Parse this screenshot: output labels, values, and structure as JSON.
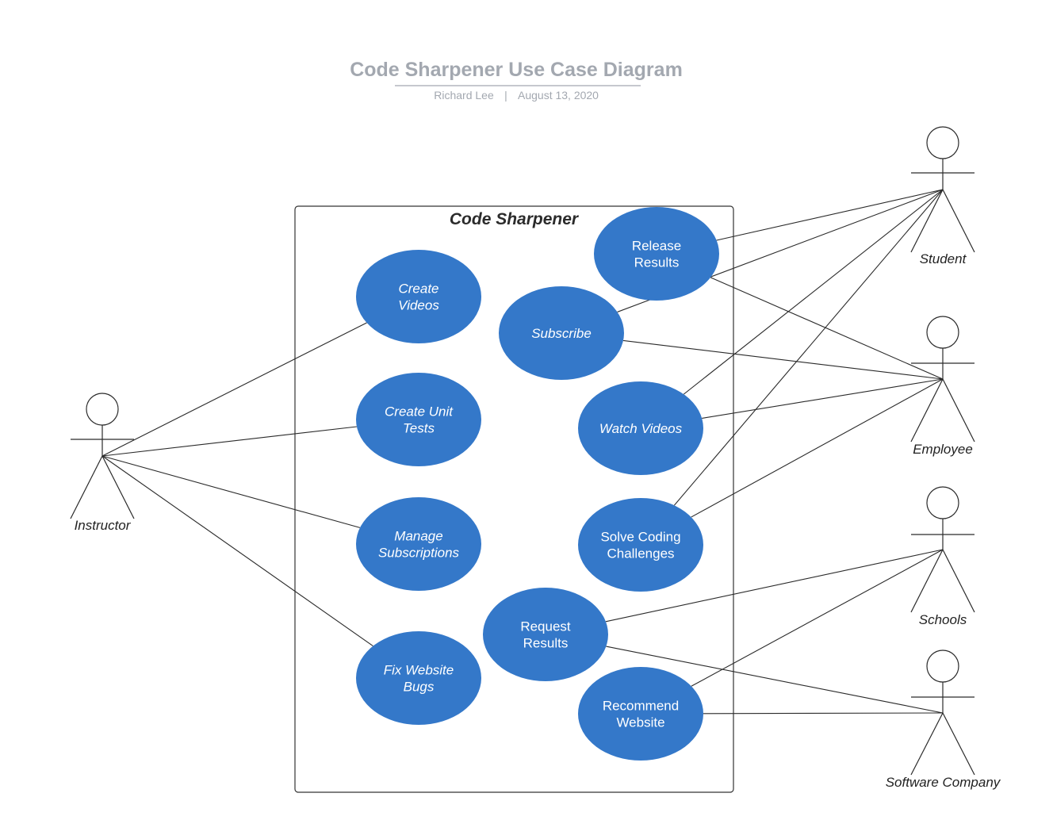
{
  "header": {
    "title": "Code Sharpener Use Case Diagram",
    "author": "Richard Lee",
    "separator": "|",
    "date": "August 13, 2020"
  },
  "system": {
    "name": "Code Sharpener"
  },
  "colors": {
    "use_case_fill": "#3478c9",
    "use_case_text": "#ffffff",
    "title_gray": "#a3a8b0",
    "line": "#2a2a2a"
  },
  "actors": [
    {
      "id": "instructor",
      "label": "Instructor"
    },
    {
      "id": "student",
      "label": "Student"
    },
    {
      "id": "employee",
      "label": "Employee"
    },
    {
      "id": "schools",
      "label": "Schools"
    },
    {
      "id": "software-company",
      "label": "Software Company"
    }
  ],
  "use_cases": [
    {
      "id": "release-results",
      "lines": [
        "Release",
        "Results"
      ],
      "italic": false
    },
    {
      "id": "create-videos",
      "lines": [
        "Create",
        "Videos"
      ],
      "italic": true
    },
    {
      "id": "subscribe",
      "lines": [
        "Subscribe"
      ],
      "italic": true
    },
    {
      "id": "create-unit-tests",
      "lines": [
        "Create Unit",
        "Tests"
      ],
      "italic": true
    },
    {
      "id": "watch-videos",
      "lines": [
        "Watch Videos"
      ],
      "italic": true
    },
    {
      "id": "manage-subscriptions",
      "lines": [
        "Manage",
        "Subscriptions"
      ],
      "italic": true
    },
    {
      "id": "solve-coding-challenges",
      "lines": [
        "Solve Coding",
        "Challenges"
      ],
      "italic": false
    },
    {
      "id": "request-results",
      "lines": [
        "Request",
        "Results"
      ],
      "italic": false
    },
    {
      "id": "fix-website-bugs",
      "lines": [
        "Fix Website",
        "Bugs"
      ],
      "italic": true
    },
    {
      "id": "recommend-website",
      "lines": [
        "Recommend",
        "Website"
      ],
      "italic": false
    }
  ],
  "associations": [
    {
      "actor": "instructor",
      "use_case": "create-videos"
    },
    {
      "actor": "instructor",
      "use_case": "create-unit-tests"
    },
    {
      "actor": "instructor",
      "use_case": "manage-subscriptions"
    },
    {
      "actor": "instructor",
      "use_case": "fix-website-bugs"
    },
    {
      "actor": "student",
      "use_case": "subscribe"
    },
    {
      "actor": "student",
      "use_case": "watch-videos"
    },
    {
      "actor": "student",
      "use_case": "solve-coding-challenges"
    },
    {
      "actor": "student",
      "use_case": "release-results"
    },
    {
      "actor": "employee",
      "use_case": "release-results"
    },
    {
      "actor": "employee",
      "use_case": "subscribe"
    },
    {
      "actor": "employee",
      "use_case": "watch-videos"
    },
    {
      "actor": "employee",
      "use_case": "solve-coding-challenges"
    },
    {
      "actor": "schools",
      "use_case": "request-results"
    },
    {
      "actor": "schools",
      "use_case": "recommend-website"
    },
    {
      "actor": "software-company",
      "use_case": "request-results"
    },
    {
      "actor": "software-company",
      "use_case": "recommend-website"
    }
  ]
}
